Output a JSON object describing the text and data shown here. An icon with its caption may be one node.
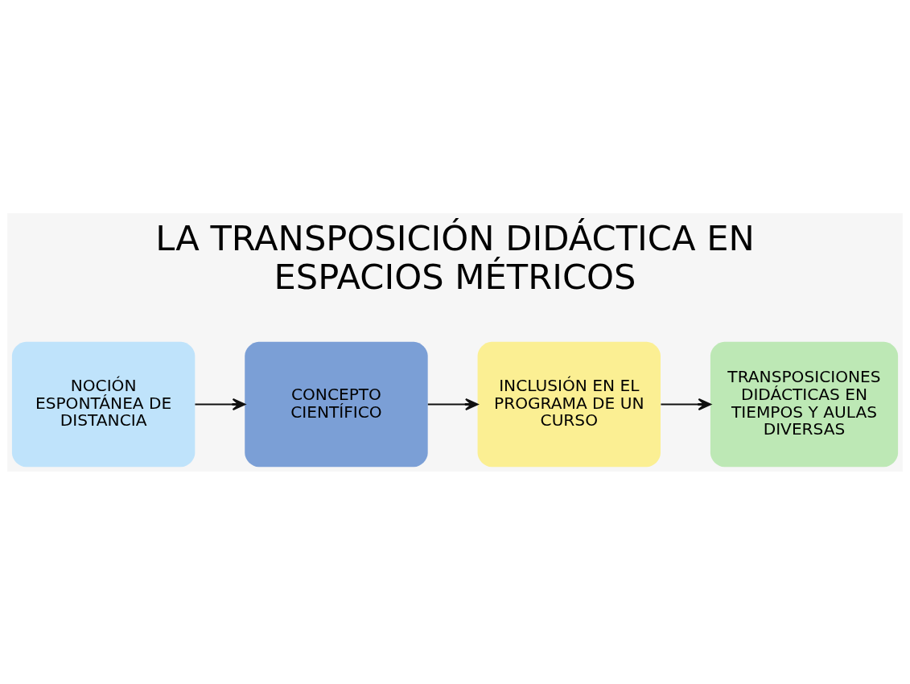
{
  "diagram": {
    "title": "LA TRANSPOSICIÓN DIDÁCTICA EN ESPACIOS MÉTRICOS",
    "nodes": [
      {
        "text": [
          "NOCIÓN ESPONTÁNEA DE DISTANCIA"
        ]
      },
      {
        "text": [
          "CONCEPTO CIENTÍFICO"
        ]
      },
      {
        "text": [
          "INCLUSIÓN EN EL PROGRAMA DE UN CURSO"
        ]
      },
      {
        "text": [
          "TRANSPOSICIONES DIDÁCTICAS EN TIEMPOS Y AULAS DIVERSAS"
        ]
      }
    ],
    "edges": [
      {
        "from": 0,
        "to": 1,
        "arrow": "to"
      },
      {
        "from": 1,
        "to": 2,
        "arrow": "to"
      },
      {
        "from": 2,
        "to": 3,
        "arrow": "to"
      }
    ]
  }
}
